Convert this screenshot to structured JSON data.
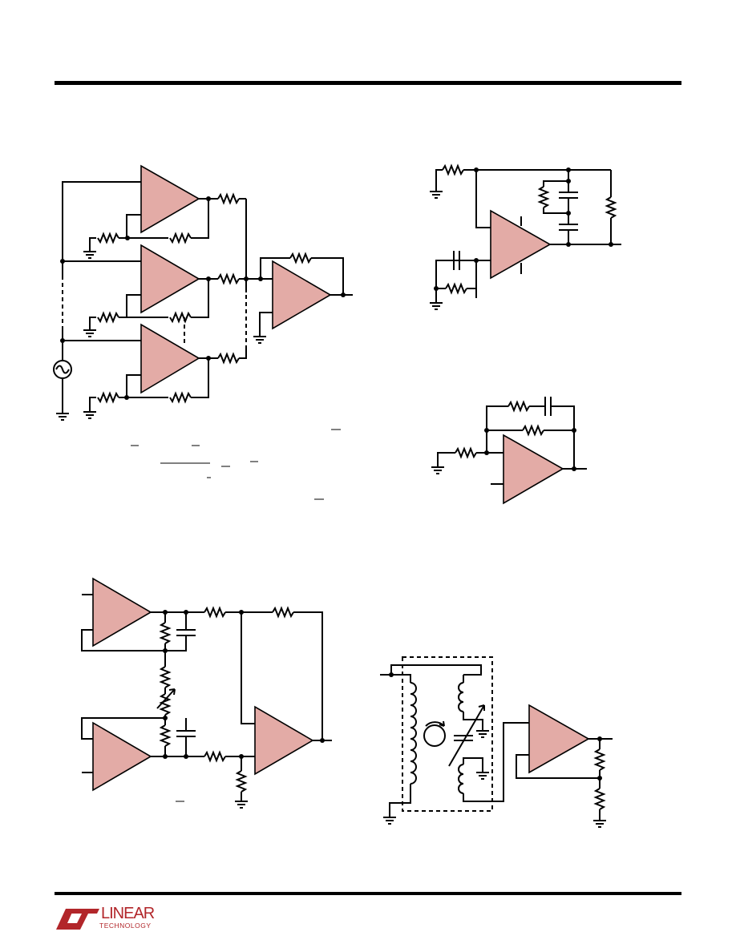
{
  "brand": {
    "name": "LINEAR",
    "sub": "TECHNOLOGY",
    "color": "#b2262a"
  },
  "colors": {
    "amplifier_fill": "#e3aba6",
    "wire": "#000000"
  },
  "circuits": [
    "summing-amplifier-circuit",
    "active-filter-circuit",
    "integrator-circuit",
    "instrumentation-amplifier-circuit",
    "transformer-sensor-circuit"
  ]
}
